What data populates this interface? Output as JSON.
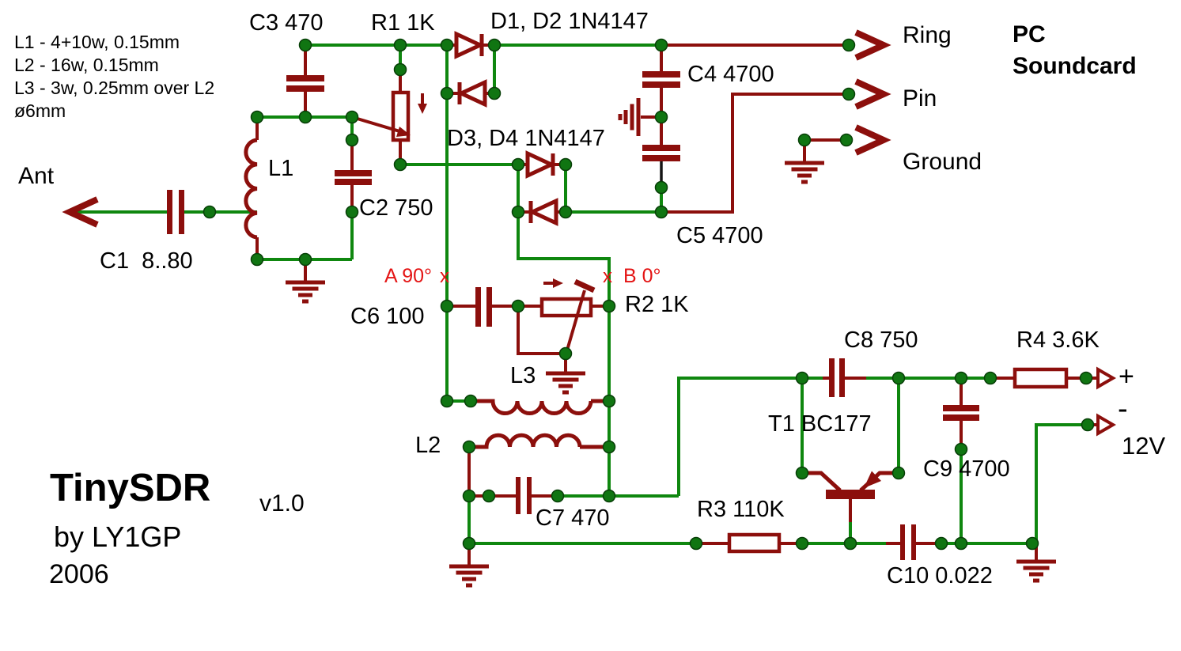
{
  "title": {
    "name": "TinySDR",
    "version": "v1.0",
    "author": "by LY1GP",
    "year": "2006"
  },
  "notes": {
    "lines": [
      "L1 - 4+10w, 0.15mm",
      "L2 - 16w, 0.15mm",
      "L3 - 3w, 0.25mm over L2",
      "ø6mm"
    ]
  },
  "connectors": {
    "antenna": "Ant",
    "ring": "Ring",
    "pin": "Pin",
    "ground": "Ground",
    "pc": "PC",
    "soundcard": "Soundcard",
    "plus": "+",
    "minus": "-",
    "voltage": "12V"
  },
  "phase_markers": {
    "a": {
      "label": "A 90°",
      "marker": "x"
    },
    "b": {
      "label": "B 0°",
      "marker": "x"
    }
  },
  "component_labels": {
    "c1": "C1  8..80",
    "c2": "C2 750",
    "c3": "C3 470",
    "c4": "C4 4700",
    "c5": "C5 4700",
    "c6": "C6 100",
    "c7": "C7 470",
    "c8": "C8 750",
    "c9": "C9 4700",
    "c10": "C10 0.022",
    "r1": "R1 1K",
    "r2": "R2 1K",
    "r3": "R3 110K",
    "r4": "R4 3.6K",
    "d12": "D1, D2 1N4147",
    "d34": "D3, D4 1N4147",
    "l1": "L1",
    "l2": "L2",
    "l3": "L3",
    "t1": "T1 BC177"
  },
  "colors": {
    "wire": "#0f870f",
    "component": "#8c0f0c",
    "junction": "#107512",
    "marker_red": "#e41414",
    "text": "#000000",
    "background": "#ffffff"
  }
}
